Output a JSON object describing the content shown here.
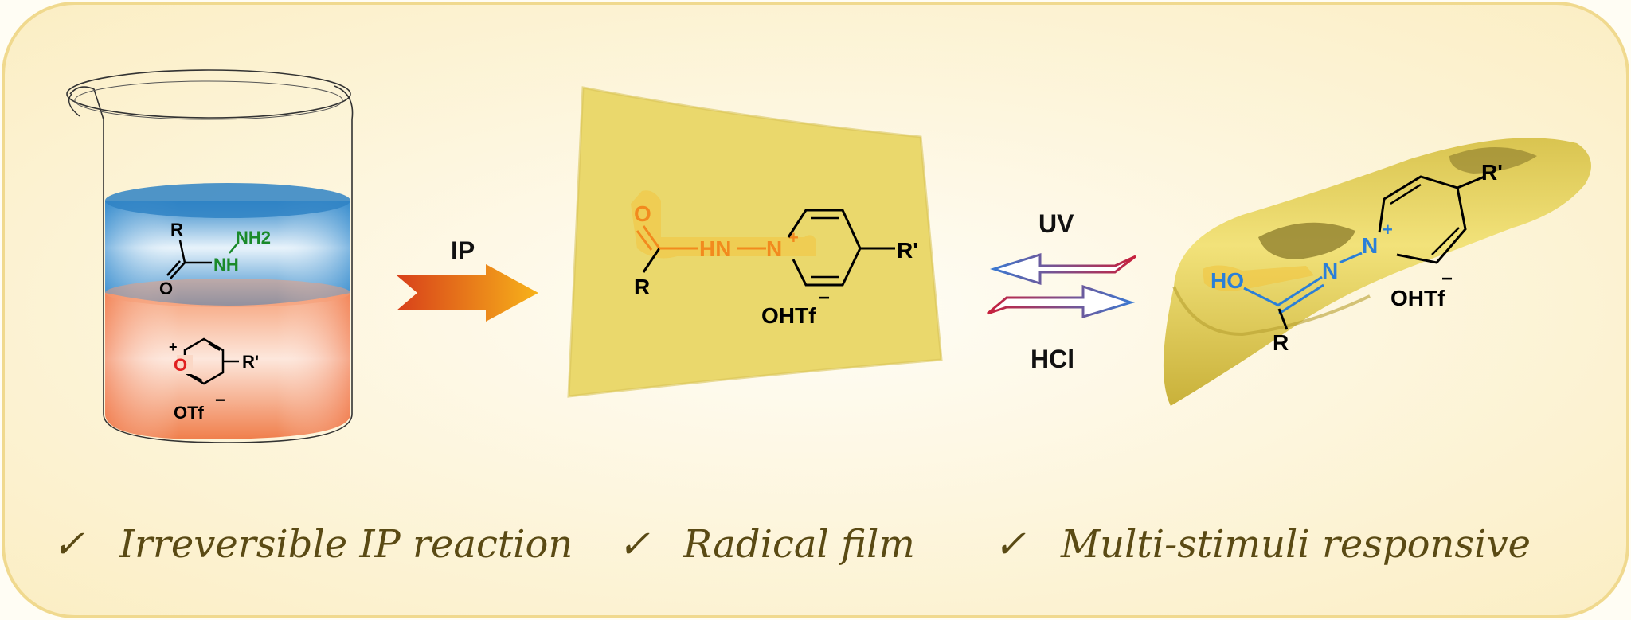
{
  "beaker": {
    "aqueous": {
      "r": "R",
      "nh2": "NH2",
      "nh": "NH",
      "o": "O"
    },
    "organic": {
      "plus": "+",
      "o": "O",
      "rprime": "R'",
      "counterion": "OTf",
      "minus": "−"
    }
  },
  "step1": {
    "label": "IP"
  },
  "film": {
    "o": "O",
    "hn": "HN",
    "n": "N",
    "plus": "+",
    "r": "R",
    "rprime": "R'",
    "counterion": "OHTf",
    "minus": "−"
  },
  "equilibrium": {
    "forward_label": "UV",
    "reverse_label": "HCl"
  },
  "tube": {
    "ho": "HO",
    "n1": "N",
    "n2": "N",
    "plus": "+",
    "r": "R",
    "rprime": "R'",
    "counterion": "OHTf",
    "minus": "−"
  },
  "features": [
    {
      "check": "✓",
      "text": "Irreversible IP reaction"
    },
    {
      "check": "✓",
      "text": "Radical film"
    },
    {
      "check": "✓",
      "text": "Multi-stimuli responsive"
    }
  ],
  "colors": {
    "background_outer": "#fdf6dc",
    "frame_border": "#f1d98a",
    "aqueous_phase": "#3f8fc8",
    "organic_phase": "#f08a5a",
    "film": "#ecd96e",
    "orange_text": "#f28a1e",
    "green_text": "#1a8a2a",
    "red_text": "#e02020",
    "blue_text": "#2a7fd8",
    "arrow_red": "#c8203c",
    "arrow_blue": "#3c78d0"
  }
}
